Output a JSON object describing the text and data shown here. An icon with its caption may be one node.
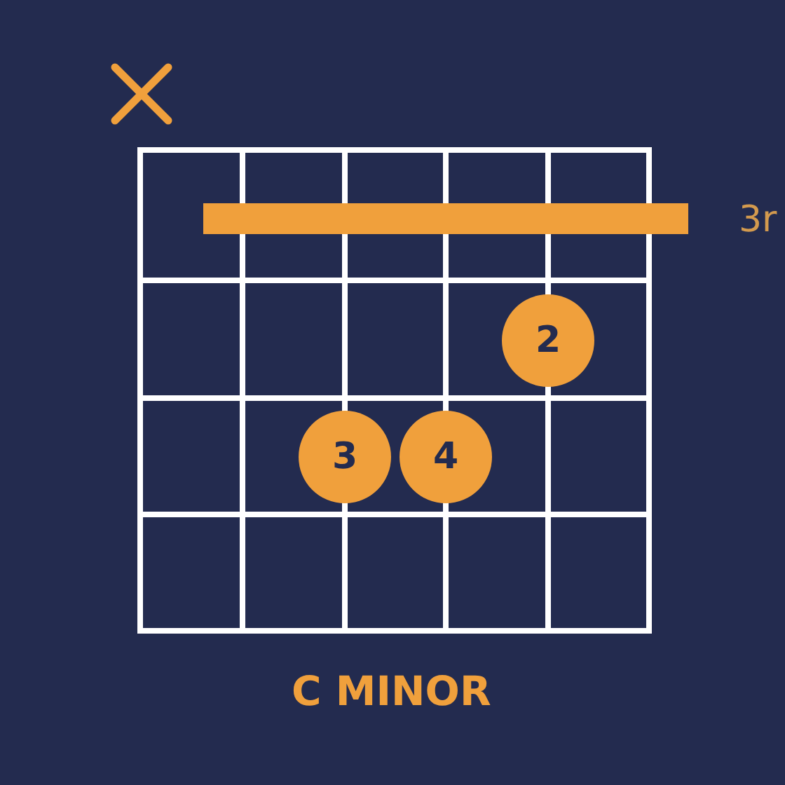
{
  "diagram": {
    "title": "C MINOR",
    "nodes": [
      {
        "text": [],
        "shape": "bar"
      },
      {
        "text": [
          "2"
        ]
      },
      {
        "text": [
          "3"
        ]
      },
      {
        "text": [
          "4"
        ]
      }
    ],
    "labels": [
      "3r"
    ]
  }
}
